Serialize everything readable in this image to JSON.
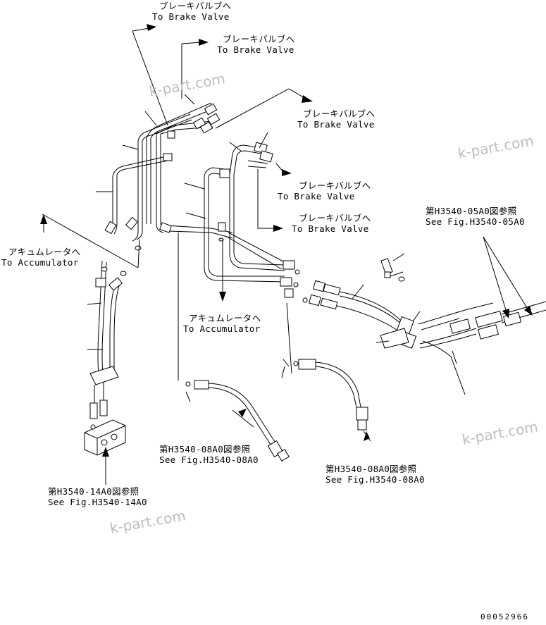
{
  "labels": {
    "brake_valve_1": {
      "jp": "ブレーキバルブへ",
      "en": "To Brake Valve"
    },
    "brake_valve_2": {
      "jp": "ブレーキバルブへ",
      "en": "To Brake Valve"
    },
    "brake_valve_3": {
      "jp": "ブレーキバルブへ",
      "en": "To Brake Valve"
    },
    "brake_valve_4": {
      "jp": "ブレーキバルブへ",
      "en": "To Brake Valve"
    },
    "brake_valve_5": {
      "jp": "ブレーキバルブへ",
      "en": "To Brake Valve"
    },
    "accumulator_left": {
      "jp": "アキュムレータへ",
      "en": "To Accumulator"
    },
    "accumulator_center": {
      "jp": "アキュムレータへ",
      "en": "To Accumulator"
    },
    "ref_05A0": {
      "jp": "第H3540-05A0図参照",
      "en": "See Fig.H3540-05A0"
    },
    "ref_08A0_left": {
      "jp": "第H3540-08A0図参照",
      "en": "See Fig.H3540-08A0"
    },
    "ref_08A0_right": {
      "jp": "第H3540-08A0図参照",
      "en": "See Fig.H3540-08A0"
    },
    "ref_14A0": {
      "jp": "第H3540-14A0図参照",
      "en": "See Fig.H3540-14A0"
    }
  },
  "watermarks": [
    "k-part.com",
    "k-part.com",
    "k-part.com",
    "k-part.com"
  ],
  "drawing_number": "00052966"
}
